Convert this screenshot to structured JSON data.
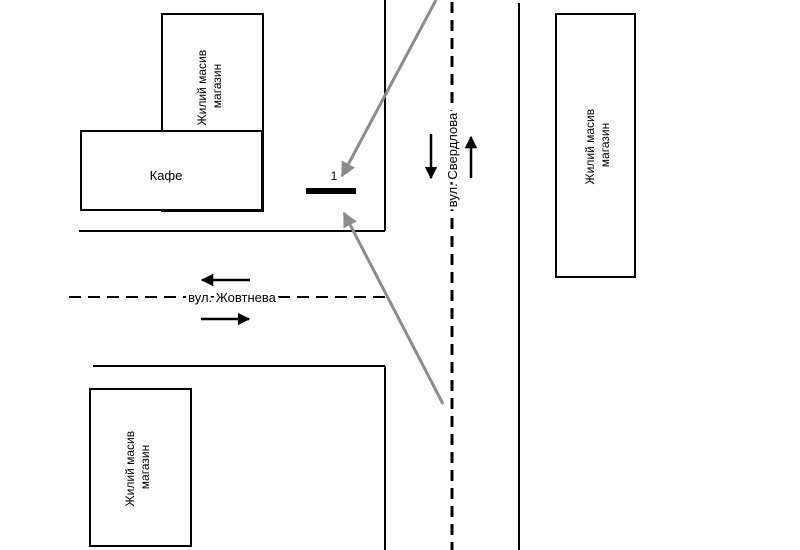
{
  "colors": {
    "background": "#ffffff",
    "ink": "#000000",
    "pointer": "#8c8c8c"
  },
  "buildings": {
    "cafe": {
      "label": "Кафе"
    },
    "block_top_left": {
      "line1": "Жилий масив",
      "line2": "магазин"
    },
    "block_right": {
      "line1": "Жилий масив",
      "line2": "магазин"
    },
    "block_bottom_left": {
      "line1": "Жилий масив",
      "line2": "магазин"
    }
  },
  "streets": {
    "horizontal": {
      "name": "вул. Жовтнева"
    },
    "vertical": {
      "name": "вул. Свердлова"
    }
  },
  "marker": {
    "label": "1"
  },
  "icons": {
    "traffic_left": "arrow-left-icon",
    "traffic_right": "arrow-right-icon",
    "traffic_down": "arrow-down-icon",
    "traffic_up": "arrow-up-icon"
  }
}
